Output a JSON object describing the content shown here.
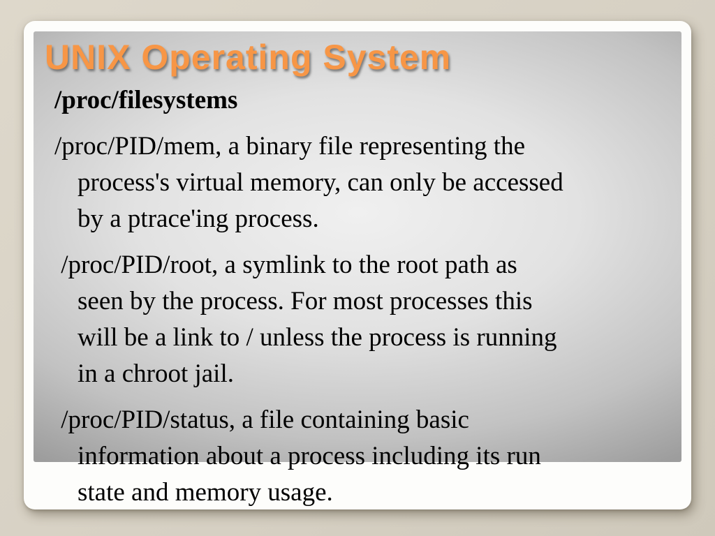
{
  "slide": {
    "title": "UNIX Operating System",
    "body": [
      {
        "bold": true,
        "lines": [
          "/proc/filesystems"
        ]
      },
      {
        "bold": false,
        "lines": [
          "/proc/PID/mem, a binary file representing the",
          "process's virtual memory, can only be accessed",
          "by a ptrace'ing process."
        ]
      },
      {
        "bold": false,
        "lines": [
          " /proc/PID/root, a symlink to the root path as",
          "seen by the process. For most processes this",
          "will be a link to / unless the process is running",
          "in a chroot jail."
        ]
      },
      {
        "bold": false,
        "lines": [
          " /proc/PID/status, a file containing basic",
          "information about a process including its run",
          "state and memory usage."
        ]
      }
    ],
    "colors": {
      "title_accent": "#f79646",
      "frame_background": "#d8d2c5",
      "slide_background": "#fdfdfb",
      "panel_gray": "#9d9d9d",
      "body_text": "#000000"
    }
  }
}
